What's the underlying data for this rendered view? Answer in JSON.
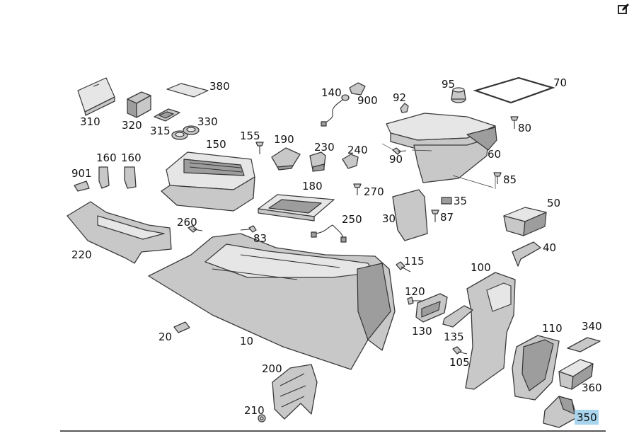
{
  "toolbar": {
    "edit_icon": "edit-icon"
  },
  "colors": {
    "part_fill": "#c8c8c8",
    "outline": "#3a3a3a",
    "highlight": "#a9d4ee"
  },
  "labels": {
    "l310": "310",
    "l320": "320",
    "l380": "380",
    "l315": "315",
    "l330": "330",
    "l140": "140",
    "l900": "900",
    "l92": "92",
    "l95": "95",
    "l70": "70",
    "l80": "80",
    "l155": "155",
    "l190": "190",
    "l230": "230",
    "l240": "240",
    "l150": "150",
    "l160a": "160",
    "l160b": "160",
    "l901": "901",
    "l90": "90",
    "l60": "60",
    "l85": "85",
    "l180": "180",
    "l270": "270",
    "l35": "35",
    "l30": "30",
    "l87": "87",
    "l50": "50",
    "l220": "220",
    "l260": "260",
    "l83": "83",
    "l250": "250",
    "l40": "40",
    "l115": "115",
    "l100": "100",
    "l120": "120",
    "l130": "130",
    "l135": "135",
    "l110": "110",
    "l340": "340",
    "l105": "105",
    "l20": "20",
    "l10": "10",
    "l200": "200",
    "l210": "210",
    "l360": "360",
    "l350": "350"
  }
}
